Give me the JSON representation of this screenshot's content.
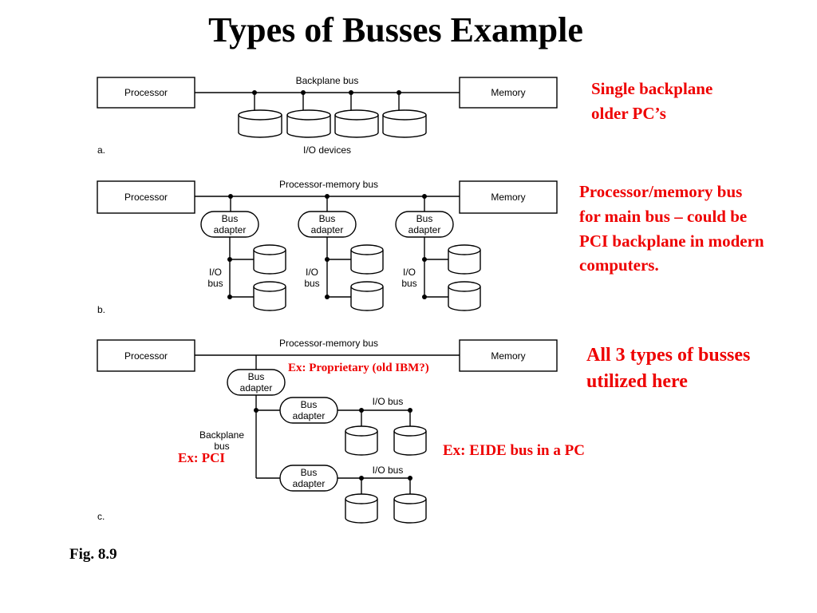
{
  "slide": {
    "title": "Types of Busses Example",
    "figure_label": "Fig. 8.9"
  },
  "diagram_a": {
    "processor": "Processor",
    "memory": "Memory",
    "bus_label": "Backplane bus",
    "io_label": "I/O devices",
    "part": "a.",
    "note_line1": "Single backplane",
    "note_line2": "older PC’s"
  },
  "diagram_b": {
    "processor": "Processor",
    "memory": "Memory",
    "bus_label": "Processor-memory bus",
    "adapter_line1": "Bus",
    "adapter_line2": "adapter",
    "io_bus_line1": "I/O",
    "io_bus_line2": "bus",
    "part": "b.",
    "note_lines": [
      "Processor/memory bus",
      "for main bus – could be",
      "PCI backplane in modern",
      "computers."
    ]
  },
  "diagram_c": {
    "processor": "Processor",
    "memory": "Memory",
    "bus_label": "Processor-memory bus",
    "adapter_line1": "Bus",
    "adapter_line2": "adapter",
    "io_bus": "I/O bus",
    "backplane_line1": "Backplane",
    "backplane_line2": "bus",
    "part": "c.",
    "note_proprietary": "Ex: Proprietary (old IBM?)",
    "note_pci": "Ex: PCI",
    "note_eide": "Ex: EIDE bus in a PC",
    "note_all_line1": "All 3 types of busses",
    "note_all_line2": "utilized here"
  },
  "colors": {
    "annotation": "#ee0000",
    "ink": "#000000"
  }
}
